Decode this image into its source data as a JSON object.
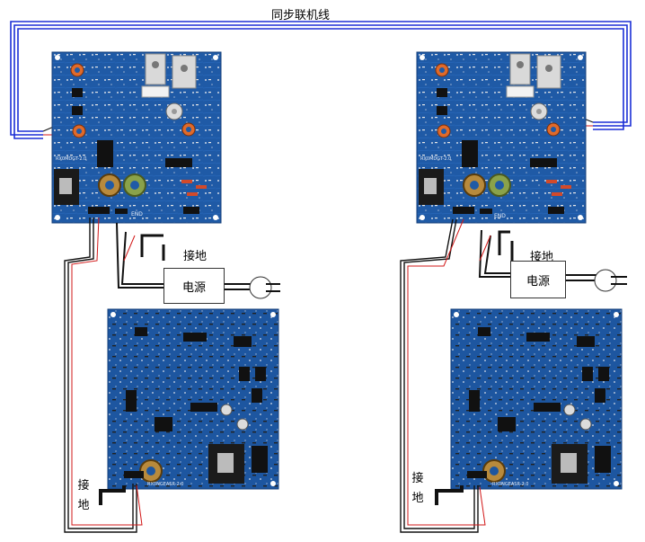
{
  "labels": {
    "sync_cable": "同步联机线",
    "ground": "接地",
    "power": "电源",
    "tx_board_marking": "RX0MDGT-2.0",
    "rx_board_marking": "RX0NGEASR-2.0",
    "end_marking": "END"
  },
  "colors": {
    "pcb": "#1f5aa6",
    "pcb_dark": "#153f7a",
    "sync_cable": "#1b2fd6",
    "wire": "#111111",
    "wire_red": "#d21818"
  }
}
